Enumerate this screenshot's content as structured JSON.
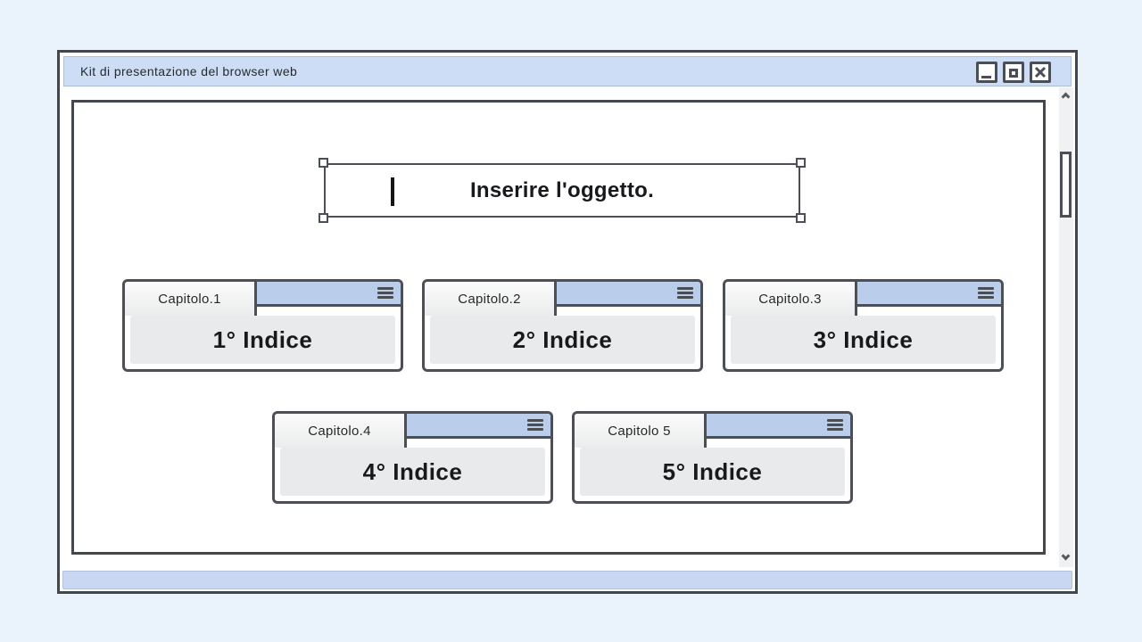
{
  "window": {
    "title": "Kit di presentazione del browser web",
    "controls": [
      {
        "name": "minimize",
        "icon": "minimize-icon"
      },
      {
        "name": "maximize",
        "icon": "maximize-restore-icon"
      },
      {
        "name": "close",
        "icon": "close-icon"
      }
    ]
  },
  "textbox": {
    "cursor": "|",
    "text": "Inserire l'oggetto."
  },
  "cards": [
    {
      "tab": "Capitolo.1",
      "body": "1° Indice"
    },
    {
      "tab": "Capitolo.2",
      "body": "2° Indice"
    },
    {
      "tab": "Capitolo.3",
      "body": "3° Indice"
    },
    {
      "tab": "Capitolo.4",
      "body": "4° Indice"
    },
    {
      "tab": "Capitolo 5",
      "body": "5° Indice"
    }
  ],
  "scrollbar": {
    "up_icon": "chevron-up-icon",
    "down_icon": "chevron-down-icon"
  },
  "colors": {
    "page_background": "#eaf2fc",
    "titlebar_blue": "#cdddf6",
    "card_strip_blue": "#bacdea",
    "bottom_bar_blue": "#c9d7f1",
    "border_dark": "#4c5056",
    "card_body_gray": "#e9eaec",
    "text_dark": "#17191c"
  }
}
